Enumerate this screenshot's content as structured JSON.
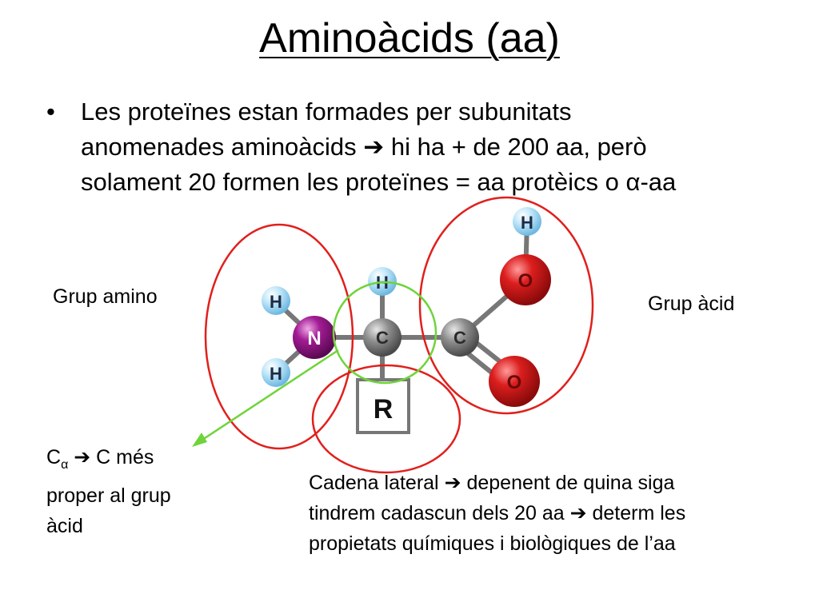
{
  "title": "Aminoàcids (aa)",
  "bullet": {
    "line1": "Les proteïnes estan formades per subunitats",
    "line2a": "anomenades aminoàcids ",
    "line2b": " hi ha + de 200 aa, però",
    "line3": "solament 20 formen les proteïnes = aa protèics o α-aa",
    "arrow_icon": "arrow-right-icon"
  },
  "labels": {
    "amino_group": "Grup amino",
    "acid_group": "Grup àcid",
    "c_alpha_symbol": "C",
    "c_alpha_sub": "α",
    "c_alpha_text": " C més",
    "c_alpha_line2": "proper al grup",
    "c_alpha_line3": "àcid",
    "side_chain_line1a": "Cadena lateral ",
    "side_chain_line1b": " depenent de quina siga",
    "side_chain_line2a": "tindrem cadascun dels 20 aa ",
    "side_chain_line2b": " determ les",
    "side_chain_line3": "propietats químiques i biològiques de l’aa"
  },
  "atoms": {
    "h_top_acid": "H",
    "h_top_center": "H",
    "h_amino_top": "H",
    "h_amino_bottom": "H",
    "n": "N",
    "c_alpha": "C",
    "c_carboxyl": "C",
    "o_hydroxyl": "O",
    "o_double": "O",
    "r": "R"
  },
  "colors": {
    "circle_red": "#e0201c",
    "circle_green": "#6fd43a",
    "hydrogen": "#a9dcf5",
    "nitrogen": "#9a168c",
    "carbon": "#8c8c8c",
    "oxygen": "#d81c1c",
    "arrow_green": "#6fd43a"
  }
}
